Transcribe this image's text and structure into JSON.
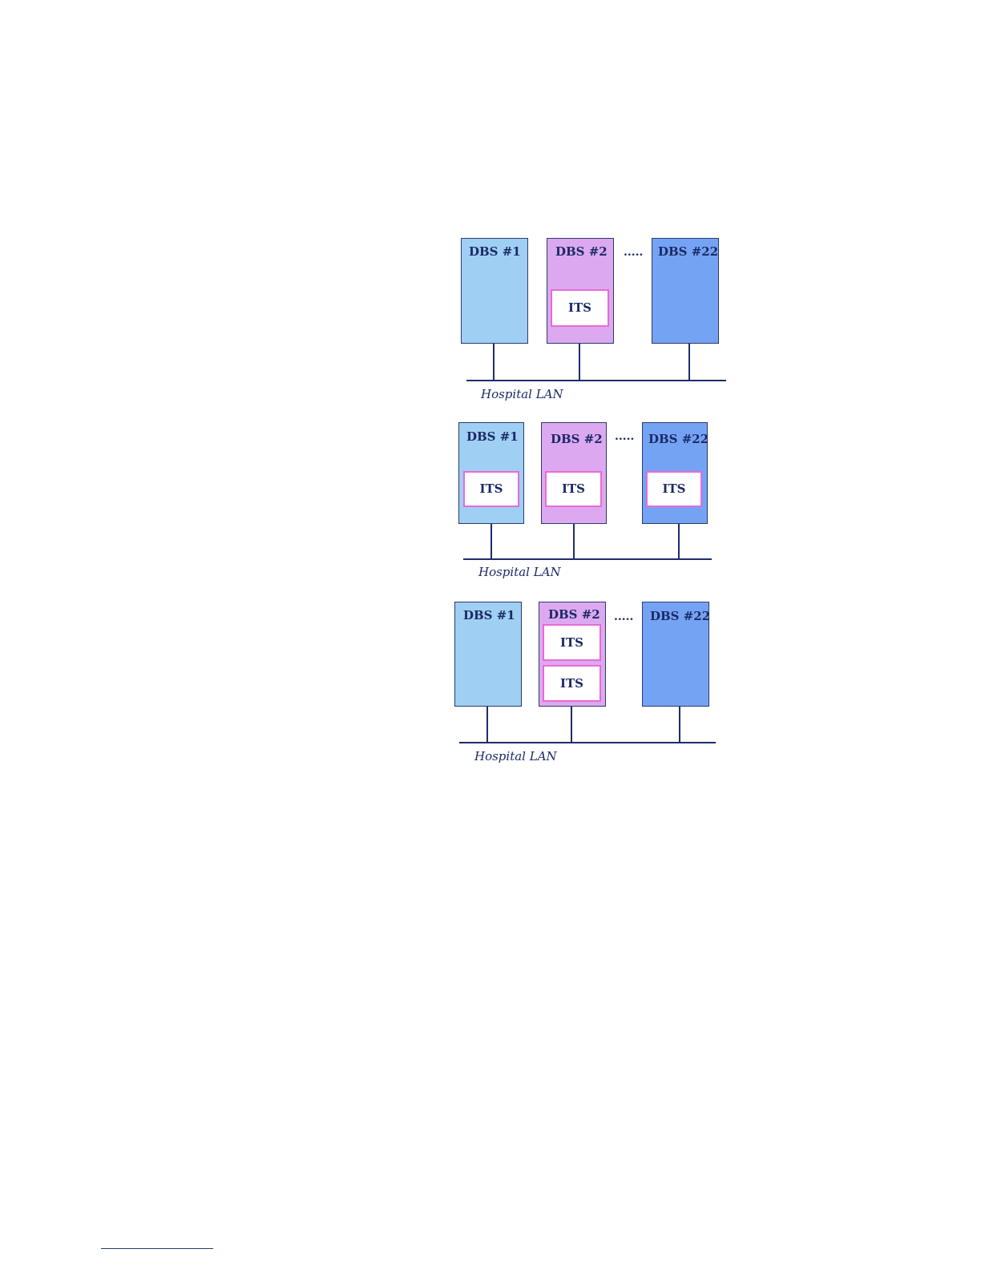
{
  "diagrams": [
    {
      "dbs1_label": "DBS #1",
      "dbs2_label": "DBS #2",
      "dbs22_label": "DBS #22",
      "dots": ".....",
      "its_label": "ITS",
      "lan_label": "Hospital LAN"
    },
    {
      "dbs1_label": "DBS #1",
      "dbs2_label": "DBS #2",
      "dbs22_label": "DBS #22",
      "dots": ".....",
      "its_label": "ITS",
      "lan_label": "Hospital LAN"
    },
    {
      "dbs1_label": "DBS #1",
      "dbs2_label": "DBS #2",
      "dbs22_label": "DBS #22",
      "dots": ".....",
      "its_label": "ITS",
      "lan_label": "Hospital LAN"
    }
  ],
  "colors": {
    "dbs1_fill": "#a0cff4",
    "dbs2_fill": "#dca9f0",
    "dbs22_fill": "#75a3f4",
    "its_border": "#e86ad6",
    "line": "#1f2d6b",
    "text": "#1b2a66"
  }
}
